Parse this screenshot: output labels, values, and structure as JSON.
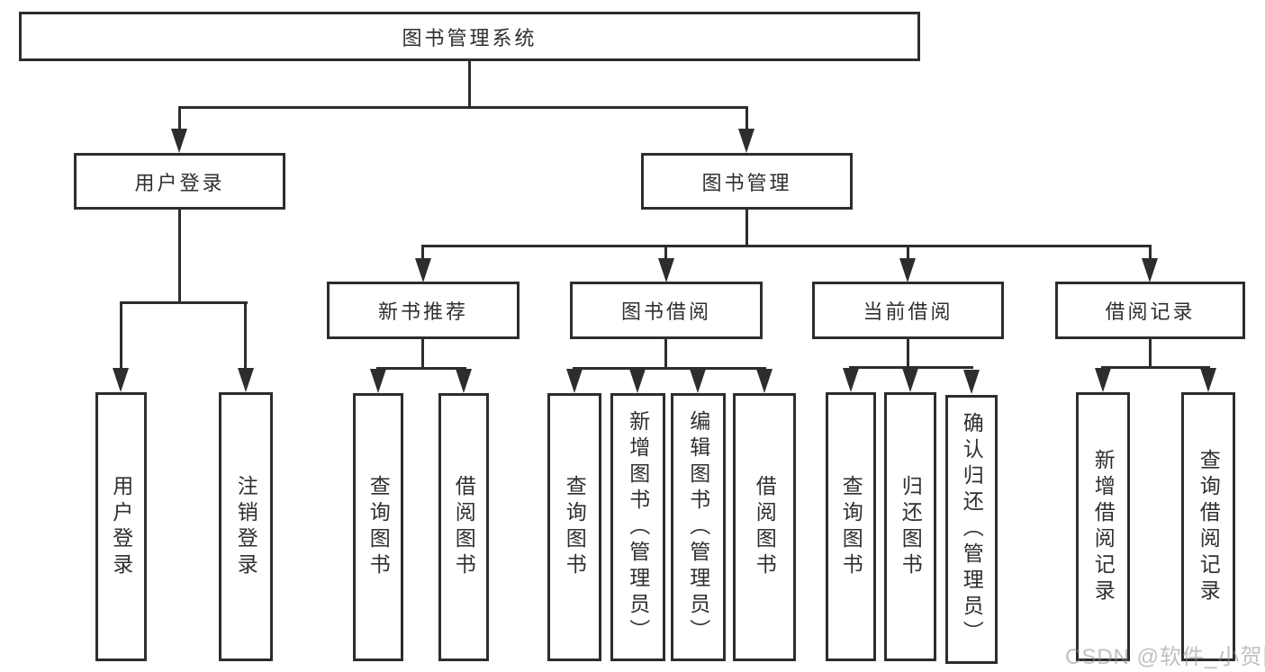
{
  "colors": {
    "line": "#2d2d2d",
    "text": "#2f2f2f",
    "background": "#ffffff",
    "watermark": "#b9b9b9"
  },
  "watermark": {
    "text": "CSDN @软件_小贺同学"
  },
  "tree": {
    "label": "图书管理系统",
    "children": [
      {
        "label": "用户登录",
        "children": [
          {
            "label": "用户登录"
          },
          {
            "label": "注销登录"
          }
        ]
      },
      {
        "label": "图书管理",
        "children": [
          {
            "label": "新书推荐",
            "children": [
              {
                "label": "查询图书"
              },
              {
                "label": "借阅图书"
              }
            ]
          },
          {
            "label": "图书借阅",
            "children": [
              {
                "label": "查询图书"
              },
              {
                "label": "新增图书（管理员）"
              },
              {
                "label": "编辑图书（管理员）"
              },
              {
                "label": "借阅图书"
              }
            ]
          },
          {
            "label": "当前借阅",
            "children": [
              {
                "label": "查询图书"
              },
              {
                "label": "归还图书"
              },
              {
                "label": "确认归还（管理员）"
              }
            ]
          },
          {
            "label": "借阅记录",
            "children": [
              {
                "label": "新增借阅记录"
              },
              {
                "label": "查询借阅记录"
              }
            ]
          }
        ]
      }
    ]
  }
}
